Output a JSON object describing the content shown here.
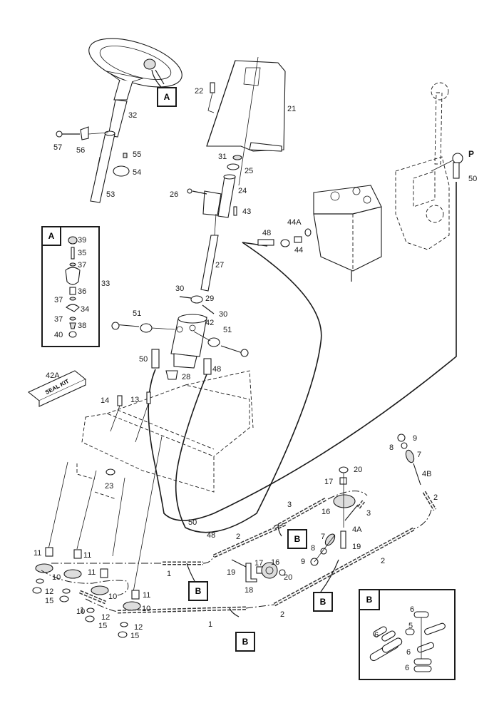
{
  "diagram": {
    "title": "Steering and chain drive exploded parts view",
    "callouts": {
      "detail_a": "A",
      "detail_b": "B",
      "port_p": "P"
    },
    "seal_kit_text": "SEAL KIT",
    "labels": {
      "l32": "32",
      "l56": "56",
      "l57": "57",
      "l55": "55",
      "l54": "54",
      "l53": "53",
      "l22": "22",
      "l21": "21",
      "l31": "31",
      "l25": "25",
      "l26": "26",
      "l24": "24",
      "l43": "43",
      "l27": "27",
      "l30a": "30",
      "l29": "29",
      "l30b": "30",
      "l51a": "51",
      "l42": "42",
      "l51b": "51",
      "l50a": "50",
      "l28": "28",
      "l48a": "48",
      "l48b": "48",
      "l44A": "44A",
      "l44": "44",
      "l50b": "50",
      "l42A": "42A",
      "l14": "14",
      "l13": "13",
      "l23": "23",
      "l50c": "50",
      "l48c": "48",
      "l9a": "9",
      "l8a": "8",
      "l7a": "7",
      "l4B": "4B",
      "l2a": "2",
      "l20a": "20",
      "l17a": "17",
      "l16a": "16",
      "l3a": "3",
      "l3b": "3",
      "l4A": "4A",
      "l7b": "7",
      "l19a": "19",
      "l8b": "8",
      "l9b": "9",
      "l2b": "2",
      "l2c": "2",
      "l19b": "19",
      "l17b": "17",
      "l16b": "16",
      "l20b": "20",
      "l18": "18",
      "l2d": "2",
      "l11a": "11",
      "l11b": "11",
      "l10a": "10",
      "l10b": "10",
      "l12a": "12",
      "l15a": "15",
      "l11c": "11",
      "l10c": "10",
      "l1a": "1",
      "l12b": "12",
      "l15b": "15",
      "l11d": "11",
      "l10d": "10",
      "l12c": "12",
      "l15c": "15",
      "l1b": "1",
      "l1c": "1"
    },
    "inset_a": {
      "tag": "A",
      "assembly_label": "33",
      "items": [
        "39",
        "35",
        "37",
        "36",
        "37",
        "34",
        "37",
        "38",
        "40"
      ]
    },
    "inset_b": {
      "tag": "B",
      "items": [
        "6",
        "5",
        "6",
        "6",
        "6"
      ]
    }
  }
}
